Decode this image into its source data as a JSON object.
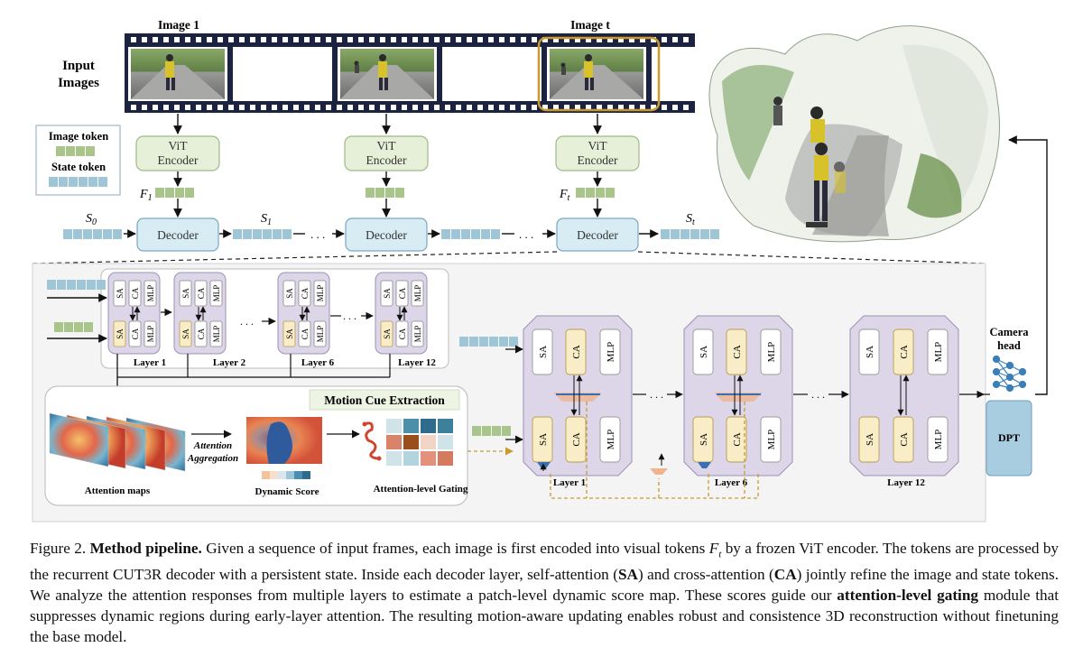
{
  "figure": {
    "input_label_line1": "Input",
    "input_label_line2": "Images",
    "image1_label": "Image 1",
    "imaget_label": "Image t",
    "legend_image_token": "Image token",
    "legend_state_token": "State token",
    "vit_line1": "ViT",
    "vit_line2": "Encoder",
    "decoder_label": "Decoder",
    "f1_label": "F",
    "f1_sub": "1",
    "ft_label": "F",
    "ft_sub": "t",
    "s0_label": "S",
    "s0_sub": "0",
    "s1_label": "S",
    "s1_sub": "1",
    "st_label": "S",
    "st_sub": "t",
    "ellipsis": ". . .",
    "sa": "SA",
    "ca": "CA",
    "mlp": "MLP",
    "layer1": "Layer 1",
    "layer2": "Layer 2",
    "layer6": "Layer 6",
    "layer12": "Layer 12",
    "motion_title": "Motion Cue Extraction",
    "attention_maps": "Attention maps",
    "aggregation_line1": "Attention",
    "aggregation_line2": "Aggregation",
    "dynamic_score": "Dynamic Score",
    "gating_label": "Attention-level Gating",
    "camera_line1": "Camera",
    "camera_line2": "head",
    "dpt": "DPT"
  },
  "caption": {
    "fig_label": "Figure 2. ",
    "bold_title": "Method pipeline.",
    "part1": " Given a sequence of input frames, each image is first encoded into visual tokens ",
    "ft_symbol": "F",
    "ft_sub": "t",
    "part2": " by a frozen ViT encoder. The tokens are processed by the recurrent CUT3R decoder with a persistent state. Inside each decoder layer, self-attention (",
    "sa_bold": "SA",
    "part3": ") and cross-attention (",
    "ca_bold": "CA",
    "part4": ") jointly refine the image and state tokens. We analyze the attention responses from multiple layers to estimate a patch-level dynamic score map. These scores guide our ",
    "gating_bold": "attention-level gating",
    "part5": " module that suppresses dynamic regions during early-layer attention. The resulting motion-aware updating enables robust and consistence 3D reconstruction without finetuning the base model."
  },
  "colors": {
    "image_token": "#a9c58c",
    "state_token": "#9ec6d6",
    "vit_fill": "#e6efd8",
    "decoder_fill": "#d8ecf4",
    "layer_fill": "#dcd6e8",
    "ca_fill": "#f8edc6",
    "gold": "#c99a2e"
  }
}
